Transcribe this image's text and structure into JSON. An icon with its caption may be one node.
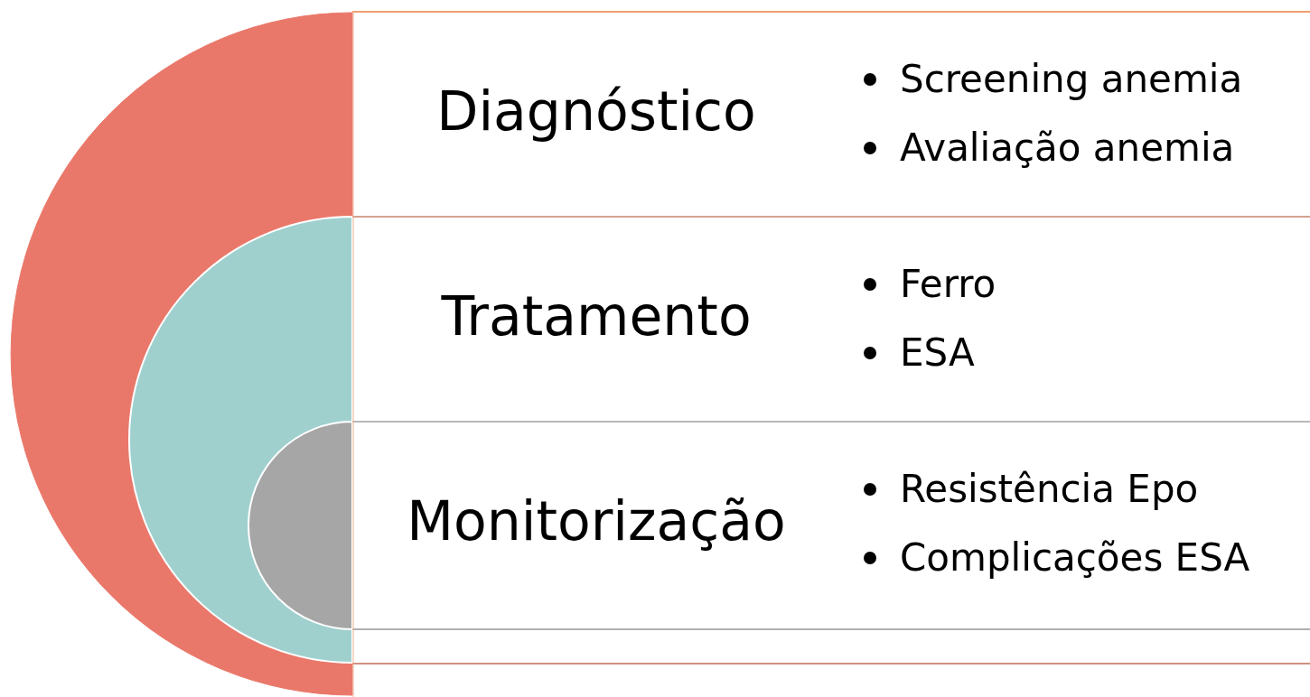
{
  "diagram": {
    "nodes": [
      {
        "text": [
          "Diagnóstico",
          "Screening anemia",
          "Avaliação anemia"
        ]
      },
      {
        "text": [
          "Tratamento",
          "Ferro",
          "ESA"
        ]
      },
      {
        "text": [
          "Monitorização",
          "Resistência Epo",
          "Complicações ESA"
        ]
      }
    ]
  }
}
